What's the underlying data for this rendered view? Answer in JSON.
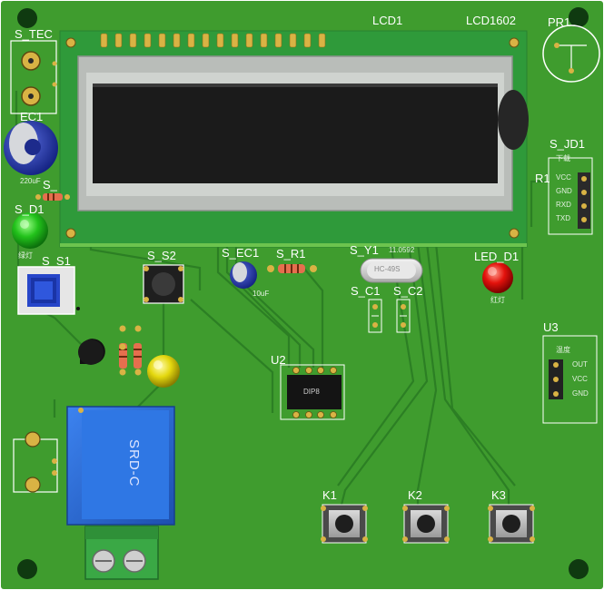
{
  "board": {
    "colors": {
      "pcb": "#3f9c2e",
      "pcb_dark": "#2c7f24",
      "silk": "#ffffff",
      "pad": "#d9b344",
      "lcd_frame": "#b9bdb9",
      "lcd_glass": "#1b1b1b",
      "relay": "#2d6ed6",
      "terminal": "#3aa845"
    },
    "labels": {
      "s_tec": "S_TEC",
      "ec1": "EC1",
      "ec1_value": "220uF",
      "s_short": "S_",
      "s_d1": "S_D1",
      "green_led_note": "绿灯",
      "s_s1": "S_S1",
      "lcd1": "LCD1",
      "lcd1602": "LCD1602",
      "pr1": "PR1",
      "s_jd1": "S_JD1",
      "download": "下载",
      "r1": "R1",
      "pin_vcc": "VCC",
      "pin_gnd": "GND",
      "pin_rxd": "RXD",
      "pin_txd": "TXD",
      "s_s2": "S_S2",
      "s_ec1": "S_EC1",
      "s_ec1_value": "10uF",
      "s_r1": "S_R1",
      "s_y1": "S_Y1",
      "s_y1_value": "11.0592",
      "crystal_text": "HC-49S",
      "led_d1": "LED_D1",
      "red_led_note": "红灯",
      "s_c1": "S_C1",
      "s_c2": "S_C2",
      "u2": "U2",
      "u2_chip": "DIP8",
      "u3": "U3",
      "u3_note": "温度",
      "u3_out": "OUT",
      "u3_vcc": "VCC",
      "u3_gnd": "GND",
      "relay_text": "SRD-C",
      "k1": "K1",
      "k2": "K2",
      "k3": "K3"
    }
  }
}
